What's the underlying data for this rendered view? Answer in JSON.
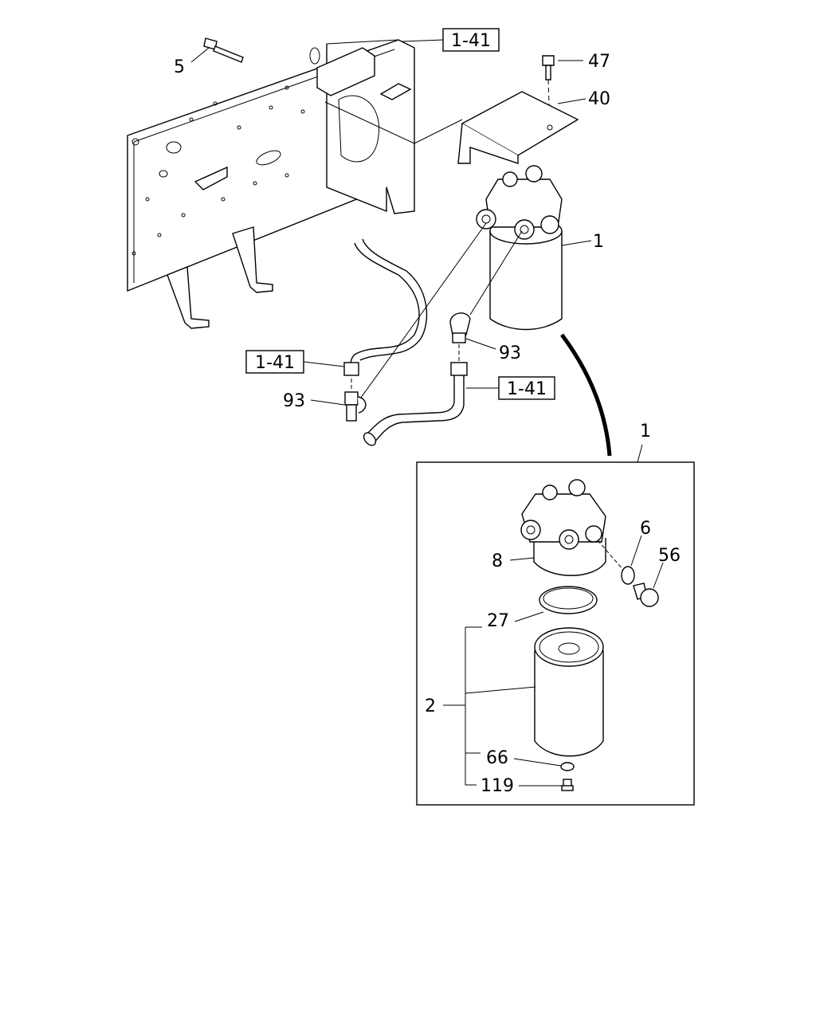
{
  "diagram": {
    "refs": {
      "r1": "1-41",
      "r2": "1-41",
      "r3": "1-41"
    },
    "labels": {
      "p5": "5",
      "p47": "47",
      "p40": "40",
      "p1_main": "1",
      "p93_a": "93",
      "p93_b": "93",
      "p1_detail": "1",
      "p8": "8",
      "p6": "6",
      "p56": "56",
      "p27": "27",
      "p2": "2",
      "p66": "66",
      "p119": "119"
    }
  }
}
